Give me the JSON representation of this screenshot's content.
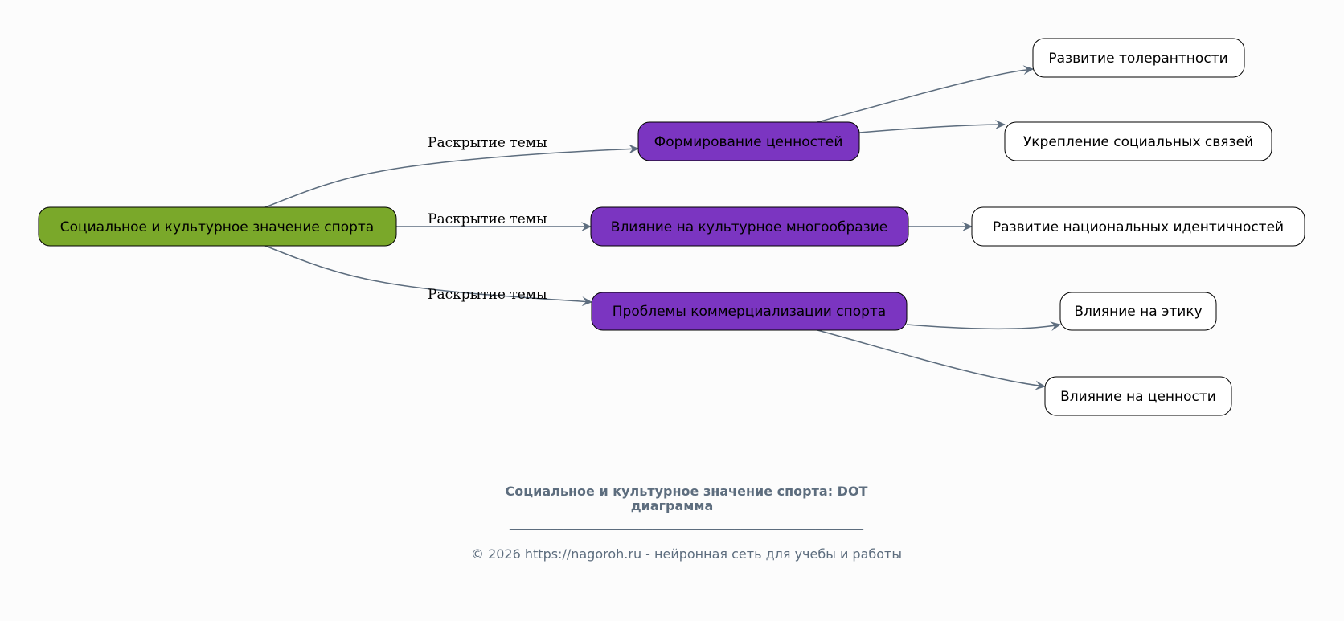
{
  "colors": {
    "root": "#7aa82a",
    "branch": "#7b35c1",
    "leaf": "#ffffff",
    "edge": "#5d6d7e",
    "background": "#fcfcfc"
  },
  "nodes": {
    "root": "Социальное и культурное значение спорта",
    "values": "Формирование ценностей",
    "diversity": "Влияние на культурное многообразие",
    "commercial": "Проблемы коммерциализации спорта",
    "tolerance": "Развитие толерантности",
    "social_ties": "Укрепление социальных связей",
    "national": "Развитие национальных идентичностей",
    "ethics": "Влияние на этику",
    "values_influence": "Влияние на ценности"
  },
  "edge_labels": [
    "Раскрытие темы",
    "Раскрытие темы",
    "Раскрытие темы"
  ],
  "footer": {
    "title_line1": "Социальное и культурное значение спорта: DOT",
    "title_line2": "диаграмма",
    "separator": "____________________________________________________",
    "copyright": "© 2026 https://nagoroh.ru - нейронная сеть для учебы и работы"
  }
}
